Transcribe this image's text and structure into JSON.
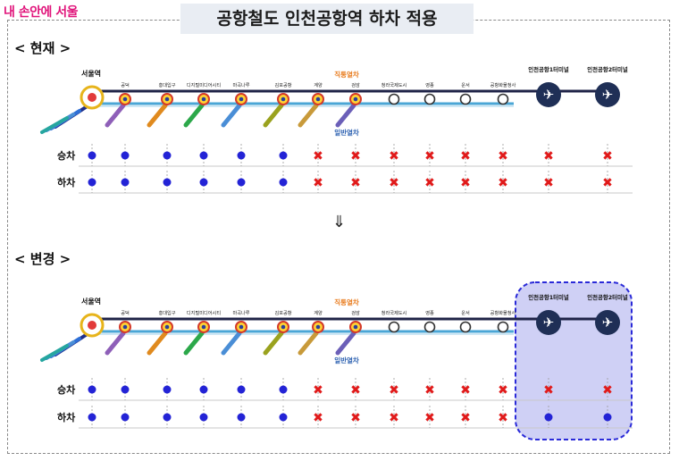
{
  "logo": "내 손안에 서울",
  "title": "공항철도 인천공항역 하차 적용",
  "down_arrow": "⇓",
  "sections": [
    {
      "id": "current",
      "label": "< 현재 >"
    },
    {
      "id": "changed",
      "label": "< 변경 >"
    }
  ],
  "line": {
    "express_label": "직통열차",
    "local_label": "일반열차",
    "origin": "서울역",
    "stations": [
      "공덕",
      "홍대입구",
      "디지털미디어시티",
      "마곡나루",
      "김포공항",
      "계양",
      "검암",
      "청라국제도시",
      "영종",
      "운서",
      "공항화물청사"
    ],
    "airports": [
      "인천공항1터미널",
      "인천공항2터미널"
    ],
    "colors": {
      "express": "#1f2347",
      "local": "#4aa6d6",
      "airport_badge": "#1f2f56",
      "highlight": "#cfd0f5",
      "highlight_border": "#2a2ad8",
      "board_dot": "#2323d6",
      "no_mark": "#e01a1a"
    }
  },
  "rows": {
    "boarding": "승차",
    "alighting": "하차"
  },
  "current": {
    "boarding": [
      "o",
      "o",
      "o",
      "o",
      "o",
      "o",
      "x",
      "x",
      "x",
      "x",
      "x",
      "x",
      "x",
      "x"
    ],
    "alighting": [
      "o",
      "o",
      "o",
      "o",
      "o",
      "o",
      "x",
      "x",
      "x",
      "x",
      "x",
      "x",
      "x",
      "x"
    ]
  },
  "changed": {
    "boarding": [
      "o",
      "o",
      "o",
      "o",
      "o",
      "o",
      "x",
      "x",
      "x",
      "x",
      "x",
      "x",
      "x",
      "x"
    ],
    "alighting": [
      "o",
      "o",
      "o",
      "o",
      "o",
      "o",
      "x",
      "x",
      "x",
      "x",
      "x",
      "x",
      "o",
      "o"
    ]
  }
}
